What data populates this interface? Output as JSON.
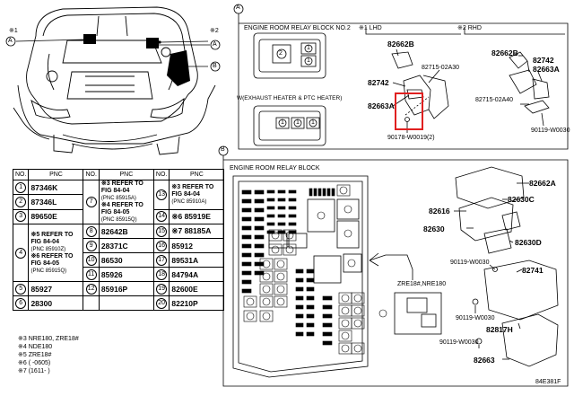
{
  "diagram_code": "84E381F",
  "section_a": {
    "marker": "A",
    "title": "ENGINE ROOM RELAY BLOCK NO.2",
    "sub_title": "W(EXHAUST HEATER & PTC HEATER)",
    "lhd_label": "※1 LHD",
    "rhd_label": "※2 RHD",
    "lhd_parts": [
      "82662B",
      "82715-02A30",
      "82742",
      "82663A",
      "90178-W0019(2)"
    ],
    "rhd_parts": [
      "82662B",
      "82742",
      "82663A",
      "82715-02A40",
      "90119-W0030"
    ]
  },
  "section_b": {
    "marker": "B",
    "title": "ENGINE ROOM RELAY BLOCK",
    "inset_label": "ZRE18#,NRE180",
    "parts": [
      "82662A",
      "82630C",
      "82616",
      "82630",
      "82630D",
      "90119-W0030",
      "82741",
      "90119-W0030",
      "82817H",
      "90119-W0030",
      "82663"
    ]
  },
  "car_callouts": [
    "※1",
    "※2",
    "A",
    "B"
  ],
  "table": {
    "headers": [
      "NO.",
      "PNC",
      "NO.",
      "PNC",
      "NO.",
      "PNC"
    ],
    "col1": [
      {
        "no": "1",
        "pnc": "87346K"
      },
      {
        "no": "2",
        "pnc": "87346L"
      },
      {
        "no": "3",
        "pnc": "89650E"
      },
      {
        "no": "4",
        "pnc": "※5 REFER TO FIG 84-04",
        "pnc2": "(PNC 85910Z)",
        "pnc3": "※6 REFER TO FIG 84-05",
        "pnc4": "(PNC 85915Q)"
      },
      {
        "no": "5",
        "pnc": "85927"
      },
      {
        "no": "6",
        "pnc": "28300"
      }
    ],
    "col2": [
      {
        "no": "7",
        "pnc": "※3 REFER TO FIG 84-04",
        "pnc2": "(PNC 85915A)",
        "pnc3": "※4 REFER TO FIG 84-05",
        "pnc4": "(PNC 85915Q)"
      },
      {
        "no": "8",
        "pnc": "82642B"
      },
      {
        "no": "9",
        "pnc": "28371C"
      },
      {
        "no": "10",
        "pnc": "86530"
      },
      {
        "no": "11",
        "pnc": "85926"
      },
      {
        "no": "12",
        "pnc": "85916P"
      }
    ],
    "col3": [
      {
        "no": "13",
        "pnc": "※3 REFER TO FIG 84-04",
        "pnc2": "(PNC 85910A)"
      },
      {
        "no": "14",
        "pnc": "※6 85919E"
      },
      {
        "no": "15",
        "pnc": "※7 88185A"
      },
      {
        "no": "16",
        "pnc": "85912"
      },
      {
        "no": "17",
        "pnc": "89531A"
      },
      {
        "no": "18",
        "pnc": "84794A"
      },
      {
        "no": "19",
        "pnc": "82600E"
      },
      {
        "no": "20",
        "pnc": "82210P"
      }
    ]
  },
  "notes": [
    "※3 NRE180, ZRE18#",
    "※4 NDE180",
    "※5 ZRE18#",
    "※6 (      -0605)",
    "※7 (1611-      )"
  ]
}
